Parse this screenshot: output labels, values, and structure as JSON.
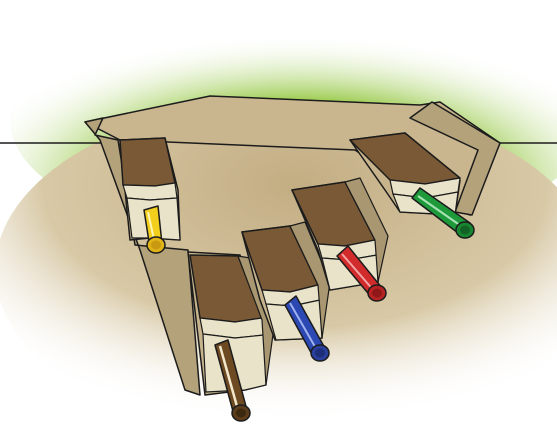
{
  "illustration": {
    "subject": "trench-with-utility-pipes",
    "colors": {
      "grass": "#97c84a",
      "soil_ground": "#cbb891",
      "trench_wall": "#c7b48d",
      "trench_wall_dark": "#a89770",
      "topsoil": "#7a5a36",
      "sand_layer": "#e9e3c9",
      "outline": "#1c1c1c"
    },
    "pipes": [
      {
        "name": "yellow-pipe",
        "color": "#f2cf1d",
        "rim": "#c79a12"
      },
      {
        "name": "brown-pipe",
        "color": "#6e4a22",
        "rim": "#4d3316"
      },
      {
        "name": "blue-pipe",
        "color": "#2b48b3",
        "rim": "#1d2f7a"
      },
      {
        "name": "red-pipe",
        "color": "#d22b2b",
        "rim": "#8f1717"
      },
      {
        "name": "green-pipe",
        "color": "#1f9a3a",
        "rim": "#136225"
      }
    ]
  }
}
